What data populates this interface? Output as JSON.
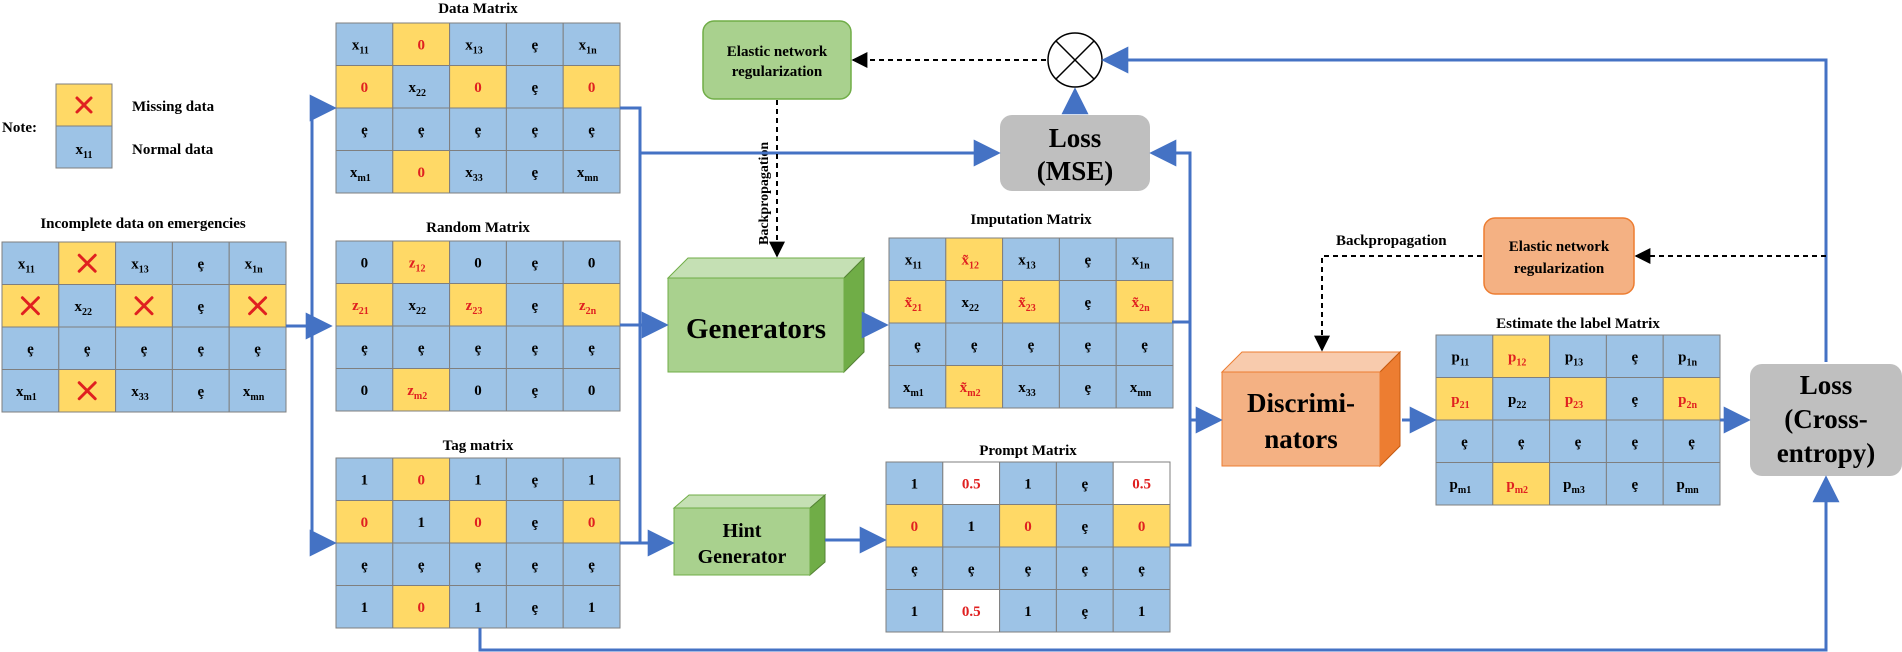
{
  "note": {
    "label": "Note:",
    "missing_label": "Missing data",
    "normal_label": "Normal data",
    "normal_sample": [
      "x",
      "11"
    ]
  },
  "matrices": [
    {
      "id": "incomplete",
      "title": "Incomplete data on emergencies",
      "cells": [
        [
          [
            "x",
            "11",
            "n"
          ],
          [
            "X",
            "",
            "x"
          ],
          [
            "x",
            "13",
            "n"
          ],
          [
            "ȩ",
            "",
            "n"
          ],
          [
            "x",
            "1n",
            "n"
          ]
        ],
        [
          [
            "X",
            "",
            "x"
          ],
          [
            "x",
            "22",
            "n"
          ],
          [
            "X",
            "",
            "x"
          ],
          [
            "ȩ",
            "",
            "n"
          ],
          [
            "X",
            "",
            "x"
          ]
        ],
        [
          [
            "ȩ",
            "",
            "n"
          ],
          [
            "ȩ",
            "",
            "n"
          ],
          [
            "ȩ",
            "",
            "n"
          ],
          [
            "ȩ",
            "",
            "n"
          ],
          [
            "ȩ",
            "",
            "n"
          ]
        ],
        [
          [
            "x",
            "m1",
            "n"
          ],
          [
            "X",
            "",
            "x"
          ],
          [
            "x",
            "33",
            "n"
          ],
          [
            "ȩ",
            "",
            "n"
          ],
          [
            "x",
            "mn",
            "n"
          ]
        ]
      ]
    },
    {
      "id": "data",
      "title": "Data Matrix",
      "cells": [
        [
          [
            "x",
            "11",
            "n"
          ],
          [
            "0",
            "",
            "y"
          ],
          [
            "x",
            "13",
            "n"
          ],
          [
            "ȩ",
            "",
            "n"
          ],
          [
            "x",
            "1n",
            "n"
          ]
        ],
        [
          [
            "0",
            "",
            "y"
          ],
          [
            "x",
            "22",
            "n"
          ],
          [
            "0",
            "",
            "y"
          ],
          [
            "ȩ",
            "",
            "n"
          ],
          [
            "0",
            "",
            "y"
          ]
        ],
        [
          [
            "ȩ",
            "",
            "n"
          ],
          [
            "ȩ",
            "",
            "n"
          ],
          [
            "ȩ",
            "",
            "n"
          ],
          [
            "ȩ",
            "",
            "n"
          ],
          [
            "ȩ",
            "",
            "n"
          ]
        ],
        [
          [
            "x",
            "m1",
            "n"
          ],
          [
            "0",
            "",
            "y"
          ],
          [
            "x",
            "33",
            "n"
          ],
          [
            "ȩ",
            "",
            "n"
          ],
          [
            "x",
            "mn",
            "n"
          ]
        ]
      ]
    },
    {
      "id": "random",
      "title": "Random Matrix",
      "cells": [
        [
          [
            "0",
            "",
            "n"
          ],
          [
            "z",
            "12",
            "y"
          ],
          [
            "0",
            "",
            "n"
          ],
          [
            "ȩ",
            "",
            "n"
          ],
          [
            "0",
            "",
            "n"
          ]
        ],
        [
          [
            "z",
            "21",
            "y"
          ],
          [
            "x",
            "22",
            "n"
          ],
          [
            "z",
            "23",
            "y"
          ],
          [
            "ȩ",
            "",
            "n"
          ],
          [
            "z",
            "2n",
            "y"
          ]
        ],
        [
          [
            "ȩ",
            "",
            "n"
          ],
          [
            "ȩ",
            "",
            "n"
          ],
          [
            "ȩ",
            "",
            "n"
          ],
          [
            "ȩ",
            "",
            "n"
          ],
          [
            "ȩ",
            "",
            "n"
          ]
        ],
        [
          [
            "0",
            "",
            "n"
          ],
          [
            "z",
            "m2",
            "y"
          ],
          [
            "0",
            "",
            "n"
          ],
          [
            "ȩ",
            "",
            "n"
          ],
          [
            "0",
            "",
            "n"
          ]
        ]
      ]
    },
    {
      "id": "tag",
      "title": "Tag matrix",
      "cells": [
        [
          [
            "1",
            "",
            "n"
          ],
          [
            "0",
            "",
            "y"
          ],
          [
            "1",
            "",
            "n"
          ],
          [
            "ȩ",
            "",
            "n"
          ],
          [
            "1",
            "",
            "n"
          ]
        ],
        [
          [
            "0",
            "",
            "y"
          ],
          [
            "1",
            "",
            "n"
          ],
          [
            "0",
            "",
            "y"
          ],
          [
            "ȩ",
            "",
            "n"
          ],
          [
            "0",
            "",
            "y"
          ]
        ],
        [
          [
            "ȩ",
            "",
            "n"
          ],
          [
            "ȩ",
            "",
            "n"
          ],
          [
            "ȩ",
            "",
            "n"
          ],
          [
            "ȩ",
            "",
            "n"
          ],
          [
            "ȩ",
            "",
            "n"
          ]
        ],
        [
          [
            "1",
            "",
            "n"
          ],
          [
            "0",
            "",
            "y"
          ],
          [
            "1",
            "",
            "n"
          ],
          [
            "ȩ",
            "",
            "n"
          ],
          [
            "1",
            "",
            "n"
          ]
        ]
      ]
    },
    {
      "id": "imputation",
      "title": "Imputation Matrix",
      "cells": [
        [
          [
            "x",
            "11",
            "n"
          ],
          [
            "x̃",
            "12",
            "y"
          ],
          [
            "x",
            "13",
            "n"
          ],
          [
            "ȩ",
            "",
            "n"
          ],
          [
            "x",
            "1n",
            "n"
          ]
        ],
        [
          [
            "x̃",
            "21",
            "y"
          ],
          [
            "x",
            "22",
            "n"
          ],
          [
            "x̃",
            "23",
            "y"
          ],
          [
            "ȩ",
            "",
            "n"
          ],
          [
            "x̃",
            "2n",
            "y"
          ]
        ],
        [
          [
            "ȩ",
            "",
            "n"
          ],
          [
            "ȩ",
            "",
            "n"
          ],
          [
            "ȩ",
            "",
            "n"
          ],
          [
            "ȩ",
            "",
            "n"
          ],
          [
            "ȩ",
            "",
            "n"
          ]
        ],
        [
          [
            "x",
            "m1",
            "n"
          ],
          [
            "x̃",
            "m2",
            "y"
          ],
          [
            "x",
            "33",
            "n"
          ],
          [
            "ȩ",
            "",
            "n"
          ],
          [
            "x",
            "mn",
            "n"
          ]
        ]
      ]
    },
    {
      "id": "prompt",
      "title": "Prompt Matrix",
      "cells": [
        [
          [
            "1",
            "",
            "n"
          ],
          [
            "0.5",
            "",
            "w"
          ],
          [
            "1",
            "",
            "n"
          ],
          [
            "ȩ",
            "",
            "n"
          ],
          [
            "0.5",
            "",
            "w"
          ]
        ],
        [
          [
            "0",
            "",
            "y"
          ],
          [
            "1",
            "",
            "n"
          ],
          [
            "0",
            "",
            "y"
          ],
          [
            "ȩ",
            "",
            "n"
          ],
          [
            "0",
            "",
            "y"
          ]
        ],
        [
          [
            "ȩ",
            "",
            "n"
          ],
          [
            "ȩ",
            "",
            "n"
          ],
          [
            "ȩ",
            "",
            "n"
          ],
          [
            "ȩ",
            "",
            "n"
          ],
          [
            "ȩ",
            "",
            "n"
          ]
        ],
        [
          [
            "1",
            "",
            "n"
          ],
          [
            "0.5",
            "",
            "w"
          ],
          [
            "1",
            "",
            "n"
          ],
          [
            "ȩ",
            "",
            "n"
          ],
          [
            "1",
            "",
            "n"
          ]
        ]
      ]
    },
    {
      "id": "label",
      "title": "Estimate the label Matrix",
      "cells": [
        [
          [
            "p",
            "11",
            "n"
          ],
          [
            "p",
            "12",
            "y"
          ],
          [
            "p",
            "13",
            "n"
          ],
          [
            "ȩ",
            "",
            "n"
          ],
          [
            "p",
            "1n",
            "n"
          ]
        ],
        [
          [
            "p",
            "21",
            "y"
          ],
          [
            "p",
            "22",
            "n"
          ],
          [
            "p",
            "23",
            "y"
          ],
          [
            "ȩ",
            "",
            "n"
          ],
          [
            "p",
            "2n",
            "y"
          ]
        ],
        [
          [
            "ȩ",
            "",
            "n"
          ],
          [
            "ȩ",
            "",
            "n"
          ],
          [
            "ȩ",
            "",
            "n"
          ],
          [
            "ȩ",
            "",
            "n"
          ],
          [
            "ȩ",
            "",
            "n"
          ]
        ],
        [
          [
            "p",
            "m1",
            "n"
          ],
          [
            "p",
            "m2",
            "y"
          ],
          [
            "p",
            "m3",
            "n"
          ],
          [
            "ȩ",
            "",
            "n"
          ],
          [
            "p",
            "mn",
            "n"
          ]
        ]
      ]
    }
  ],
  "blocks": {
    "elastic_top": [
      "Elastic network",
      "regularization"
    ],
    "elastic_right": [
      "Elastic network",
      "regularization"
    ],
    "loss_mse": [
      "Loss",
      "(MSE)"
    ],
    "loss_ce": [
      "Loss",
      "(Cross-",
      "entropy)"
    ],
    "generators": "Generators",
    "hint_generator": [
      "Hint",
      "Generator"
    ],
    "discriminators": [
      "Discrimi-",
      "nators"
    ],
    "backprop_vertical": "Backpropagation",
    "backprop_horizontal": "Backpropagation"
  },
  "colors": {
    "blue_cell": "#9dc3e6",
    "yellow_cell": "#ffd966",
    "green_box": "#a9d18e",
    "orange_box": "#f4b183",
    "gray_box": "#bfbfbf",
    "arrow": "#4472c4",
    "red_text": "#e02020"
  }
}
